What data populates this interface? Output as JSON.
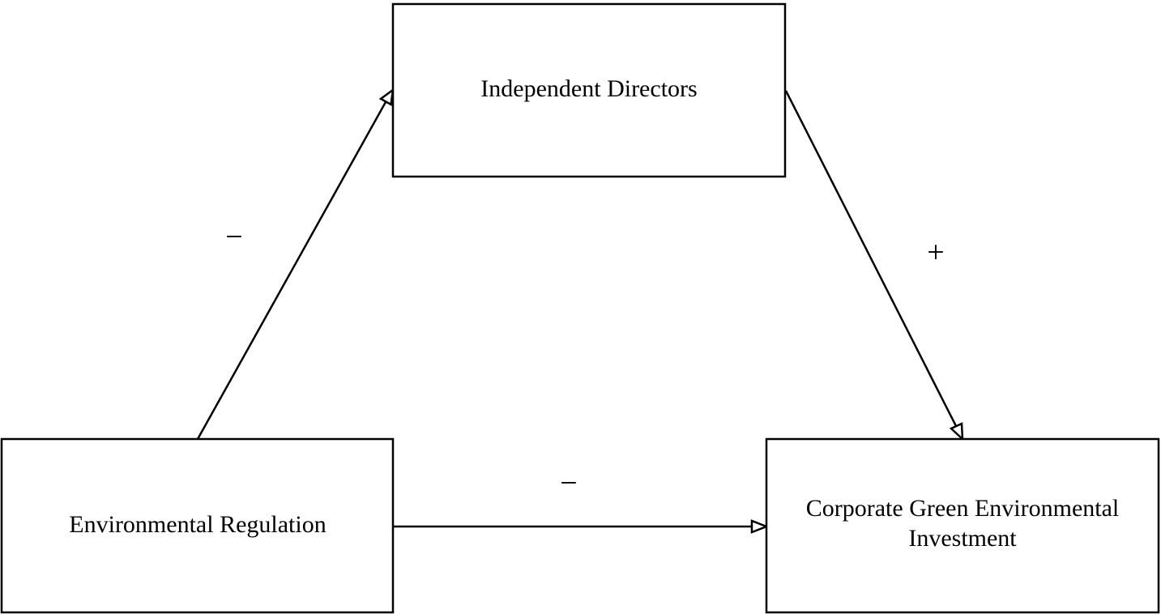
{
  "nodes": {
    "independent_directors": {
      "label": "Independent Directors"
    },
    "environmental_regulation": {
      "label": "Environmental Regulation"
    },
    "corporate_green_investment": {
      "line1": "Corporate Green Environmental",
      "line2": "Investment"
    }
  },
  "edges": {
    "regulation_to_directors": {
      "sign": "−"
    },
    "directors_to_investment": {
      "sign": "+"
    },
    "regulation_to_investment": {
      "sign": "−"
    }
  }
}
